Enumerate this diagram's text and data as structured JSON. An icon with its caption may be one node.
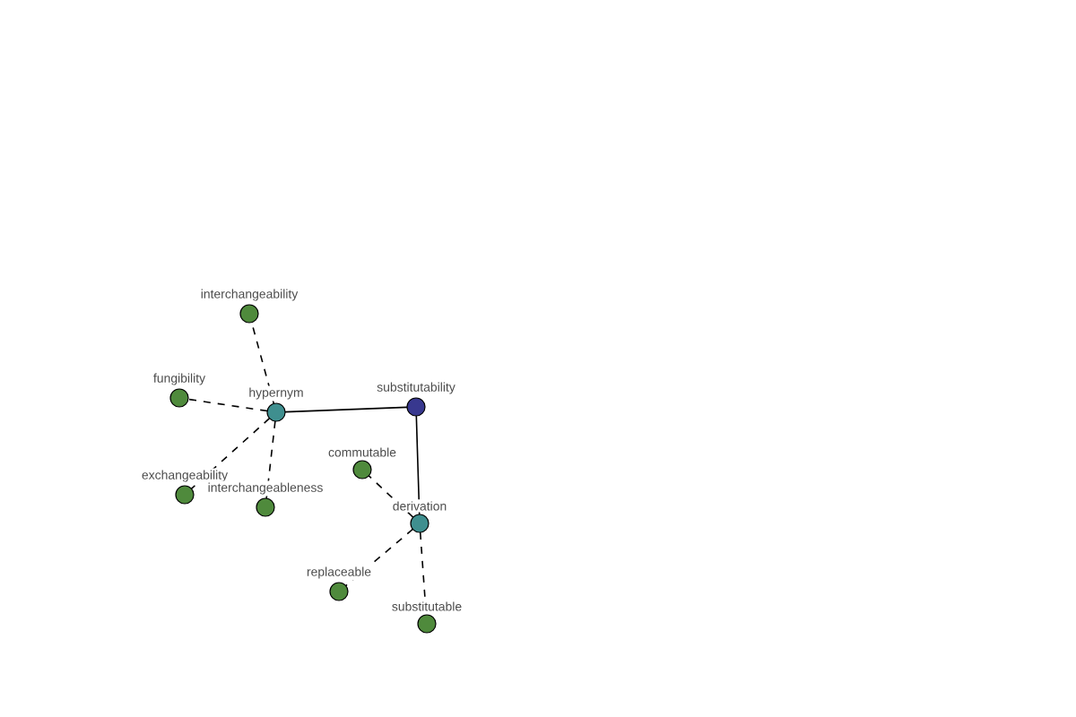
{
  "diagram": {
    "nodes": [
      {
        "text": [
          "interchangeability"
        ]
      },
      {
        "text": [
          "fungibility"
        ]
      },
      {
        "text": [
          "hypernym"
        ]
      },
      {
        "text": [
          "substitutability"
        ]
      },
      {
        "text": [
          "commutable"
        ]
      },
      {
        "text": [
          "exchangeability"
        ]
      },
      {
        "text": [
          "interchangeableness"
        ]
      },
      {
        "text": [
          "derivation"
        ]
      },
      {
        "text": [
          "replaceable"
        ]
      },
      {
        "text": [
          "substitutable"
        ]
      }
    ],
    "edges": [
      {
        "from": 2,
        "to": 3,
        "arrow": "none"
      },
      {
        "from": 3,
        "to": 7,
        "arrow": "none"
      },
      {
        "from": 2,
        "to": 0,
        "arrow": "none",
        "style": "dashed"
      },
      {
        "from": 2,
        "to": 1,
        "arrow": "none",
        "style": "dashed"
      },
      {
        "from": 2,
        "to": 5,
        "arrow": "none",
        "style": "dashed"
      },
      {
        "from": 2,
        "to": 6,
        "arrow": "none",
        "style": "dashed"
      },
      {
        "from": 7,
        "to": 4,
        "arrow": "none",
        "style": "dashed"
      },
      {
        "from": 7,
        "to": 8,
        "arrow": "none",
        "style": "dashed"
      },
      {
        "from": 7,
        "to": 9,
        "arrow": "none",
        "style": "dashed"
      }
    ]
  }
}
